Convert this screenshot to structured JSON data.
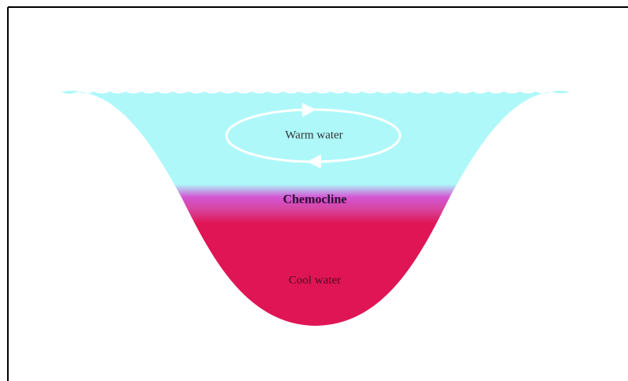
{
  "diagram": {
    "labels": {
      "warm": "Warm water",
      "chemocline": "Chemocline",
      "cool": "Cool water"
    },
    "colors": {
      "warm_water": "#aef8fa",
      "chemocline": "#d455d4",
      "cool_water": "#e01556",
      "circulation_arrow": "#ffffff",
      "frame": "#000000"
    },
    "icons": {
      "circulation": "circulation-loop-icon"
    }
  }
}
